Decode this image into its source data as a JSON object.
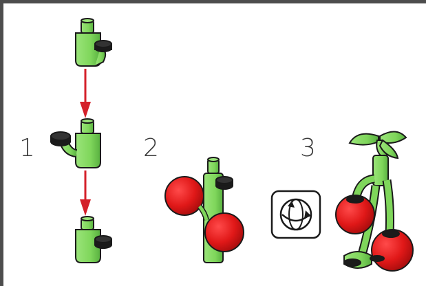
{
  "steps": [
    {
      "number": "1"
    },
    {
      "number": "2"
    },
    {
      "number": "3"
    }
  ],
  "colors": {
    "stem_green": "#7fd65b",
    "stem_dark": "#4fa83a",
    "outline": "#1a1a1a",
    "arrow_red": "#d4202a",
    "fruit_red": "#e01818",
    "fruit_shade": "#a80d0d",
    "black_part": "#1b1b1b",
    "frame_border": "#4d4d4d"
  },
  "icons": {
    "rotate": "rotate-model-icon"
  }
}
